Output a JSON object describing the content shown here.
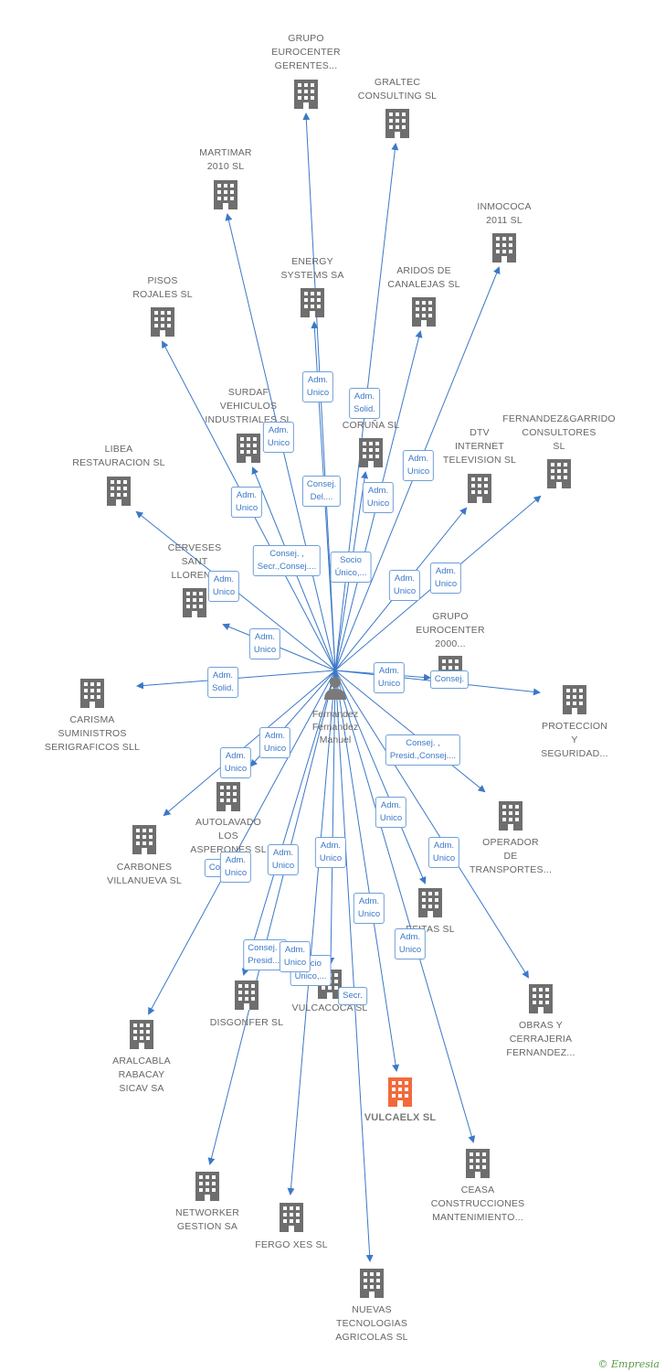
{
  "colors": {
    "edge": "#3b78c8",
    "building": "#6e6e6e",
    "active": "#f26a3b",
    "text": "#666666"
  },
  "person": {
    "name": "Fernandez\nFernandez\nManuel",
    "icon": "person-icon"
  },
  "companies": [
    {
      "id": "grupo_eurocenter_gerentes",
      "label": "GRUPO\nEUROCENTER\nGERENTES..."
    },
    {
      "id": "graltec",
      "label": "GRALTEC\nCONSULTING SL"
    },
    {
      "id": "martimar",
      "label": "MARTIMAR\n2010 SL"
    },
    {
      "id": "inmococa",
      "label": "INMOCOCA\n2011 SL"
    },
    {
      "id": "energy",
      "label": "ENERGY\nSYSTEMS SA"
    },
    {
      "id": "aridos",
      "label": "ARIDOS DE\nCANALEJAS SL"
    },
    {
      "id": "pisos",
      "label": "PISOS\nROJALES SL"
    },
    {
      "id": "surdaf",
      "label": "SURDAF\nVEHICULOS\nINDUSTRIALES SL"
    },
    {
      "id": "coruna",
      "label": "CORUÑA SL"
    },
    {
      "id": "dtv",
      "label": "DTV\nINTERNET\nTELEVISION SL"
    },
    {
      "id": "fernandez_garrido",
      "label": "FERNANDEZ&GARRIDO\nCONSULTORES\nSL"
    },
    {
      "id": "libea",
      "label": "LIBEA\nRESTAURACION SL"
    },
    {
      "id": "cerveses",
      "label": "CERVESES\nSANT\nLLORENC"
    },
    {
      "id": "grupo_eurocenter_2000",
      "label": "GRUPO\nEUROCENTER\n2000..."
    },
    {
      "id": "carisma",
      "label": "CARISMA\nSUMINISTROS\nSERIGRAFICOS SLL"
    },
    {
      "id": "proteccion",
      "label": "PROTECCION\nY\nSEGURIDAD..."
    },
    {
      "id": "autolavado",
      "label": "AUTOLAVADO\nLOS\nASPERONES SL"
    },
    {
      "id": "operador",
      "label": "OPERADOR\nDE\nTRANSPORTES..."
    },
    {
      "id": "carbones",
      "label": "CARBONES\nVILLANUEVA SL"
    },
    {
      "id": "efitas",
      "label": "EFITAS SL"
    },
    {
      "id": "disgonfer",
      "label": "DISGONFER SL"
    },
    {
      "id": "vulcacoca",
      "label": "VULCACOCA SL"
    },
    {
      "id": "obras",
      "label": "OBRAS Y\nCERRAJERIA\nFERNANDEZ..."
    },
    {
      "id": "aralcabla",
      "label": "ARALCABLA\nRABACAY\nSICAV SA"
    },
    {
      "id": "vulcaelx",
      "label": "VULCAELX SL",
      "active": true
    },
    {
      "id": "ceasa",
      "label": "CEASA\nCONSTRUCCIONES\nMANTENIMIENTO..."
    },
    {
      "id": "networker",
      "label": "NETWORKER\nGESTION SA"
    },
    {
      "id": "fergo",
      "label": "FERGO XES  SL"
    },
    {
      "id": "nuevas",
      "label": "NUEVAS\nTECNOLOGIAS\nAGRICOLAS SL"
    }
  ],
  "edge_labels": [
    "Adm.\nUnico",
    "Adm.\nSolid.",
    "Adm.\nUnico",
    "Consej.\nDel....",
    "Adm.\nUnico",
    "Adm.\nUnico",
    "Adm.\nUnico",
    "Consej. ,\nSecr.,Consej....",
    "Socio\nÚnico,...",
    "Adm.\nUnico",
    "Adm.\nUnico",
    "Adm.\nUnico",
    "Adm.\nUnico",
    "Adm.\nSolid.",
    "Adm.\nUnico",
    "Consej.",
    "Adm.\nUnico",
    "Consej. ,\nPresid.,Consej....",
    "Adm.\nUnico",
    "Adm.\nUnico",
    "Consej.",
    "Adm.\nUnico",
    "Adm.\nUnico",
    "Adm.\nUnico",
    "Adm.\nUnico",
    "Adm.\nUnico",
    "Consej. ,\nPresid....",
    "Socio\nÚnico,...",
    "Secr.",
    "Adm.\nUnico",
    "Adm.\nUnico"
  ],
  "footer": {
    "copyright": "©",
    "brand": "Empresia"
  }
}
